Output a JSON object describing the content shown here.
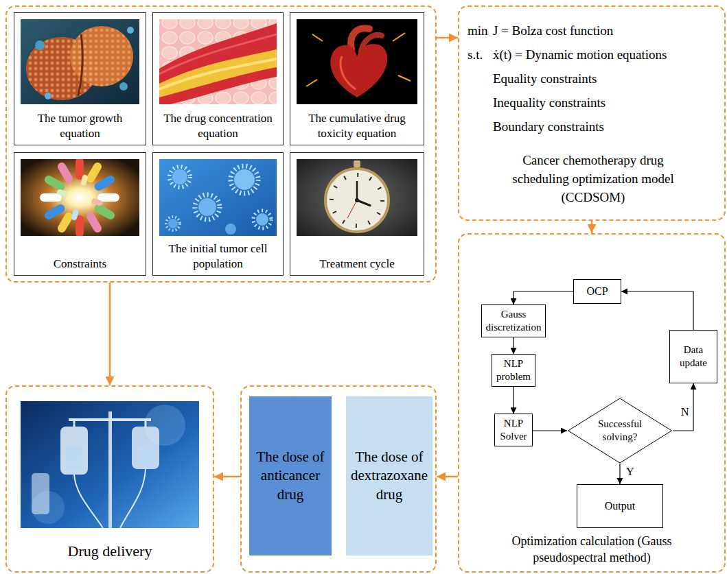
{
  "diagram": {
    "nodes": [
      {
        "text": []
      },
      {
        "text": [
          "The tumor growth equation"
        ],
        "in": 0
      },
      {
        "text": [
          "The drug concentration equation"
        ],
        "in": 0
      },
      {
        "text": [
          "The cumulative drug toxicity equation"
        ],
        "in": 0
      },
      {
        "text": [
          "Constraints"
        ],
        "in": 0
      },
      {
        "text": [
          "The initial tumor cell population"
        ],
        "in": 0
      },
      {
        "text": [
          "Treatment cycle"
        ],
        "in": 0
      },
      {
        "text": [
          "min",
          "J = Bolza cost function",
          "s.t.",
          "ẋ(t) = Dynamic motion equations",
          "Equality constraints",
          "Inequality constraints",
          "Boundary constraints",
          "Cancer chemotherapy drug scheduling optimization model (CCDSOM)"
        ]
      },
      {
        "text": [
          "Optimization calculation (Gauss pseudospectral method)"
        ]
      },
      {
        "text": [
          "OCP"
        ],
        "in": 8
      },
      {
        "text": [
          "Gauss discretization"
        ],
        "in": 8
      },
      {
        "text": [
          "Data update"
        ],
        "in": 8
      },
      {
        "text": [
          "NLP problem"
        ],
        "in": 8
      },
      {
        "text": [
          "NLP Solver"
        ],
        "in": 8
      },
      {
        "text": [
          "Successful solving?"
        ],
        "in": 8
      },
      {
        "text": [
          "Output"
        ],
        "in": 8
      },
      {
        "text": []
      },
      {
        "text": [
          "The dose of anticancer drug"
        ],
        "in": 16
      },
      {
        "text": [
          "The dose of dextrazoxane drug"
        ],
        "in": 16
      },
      {
        "text": [
          "Drug delivery"
        ]
      }
    ],
    "edges": [
      {
        "from": 0,
        "to": 7,
        "arrow": "to"
      },
      {
        "from": 7,
        "to": 8,
        "arrow": "to"
      },
      {
        "from": 8,
        "to": 16,
        "arrow": "to"
      },
      {
        "from": 16,
        "to": 19,
        "arrow": "to"
      },
      {
        "from": 0,
        "to": 19,
        "arrow": "to"
      },
      {
        "from": 9,
        "to": 10,
        "arrow": "to"
      },
      {
        "from": 10,
        "to": 12,
        "arrow": "to"
      },
      {
        "from": 12,
        "to": 13,
        "arrow": "to"
      },
      {
        "from": 13,
        "to": 14,
        "arrow": "to"
      },
      {
        "from": 14,
        "to": 11,
        "label": "N",
        "arrow": "to"
      },
      {
        "from": 11,
        "to": 9,
        "arrow": "to"
      },
      {
        "from": 14,
        "to": 15,
        "label": "Y",
        "arrow": "to"
      }
    ]
  }
}
